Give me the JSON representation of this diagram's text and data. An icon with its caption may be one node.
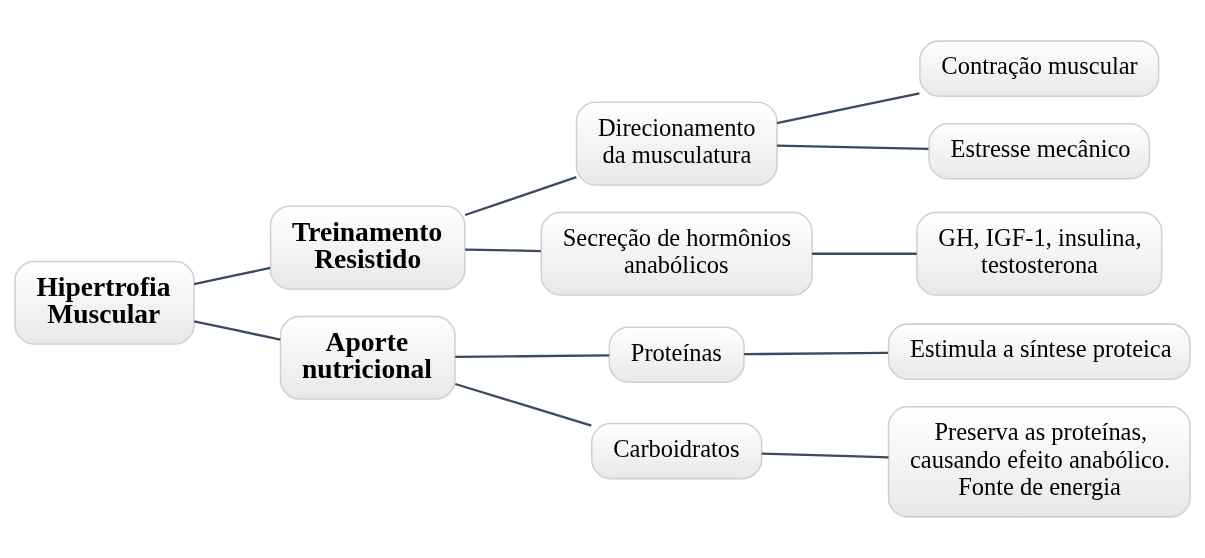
{
  "diagram": {
    "nodes": [
      {
        "text": [
          "Hipertrofia Muscular"
        ]
      },
      {
        "text": [
          "Treinamento Resistido"
        ]
      },
      {
        "text": [
          "Direcionamento da musculatura"
        ]
      },
      {
        "text": [
          "Contração muscular"
        ]
      },
      {
        "text": [
          "Estresse mecânico"
        ]
      },
      {
        "text": [
          "Secreção de hormônios anabólicos"
        ]
      },
      {
        "text": [
          "GH, IGF-1, insulina, testosterona"
        ]
      },
      {
        "text": [
          "Aporte nutricional"
        ]
      },
      {
        "text": [
          "Proteínas"
        ]
      },
      {
        "text": [
          "Estimula a síntese proteica"
        ]
      },
      {
        "text": [
          "Carboidratos"
        ]
      },
      {
        "text": [
          "Preserva as proteínas, causando efeito anabólico. Fonte de energia"
        ]
      }
    ],
    "edges": [
      {
        "from": 0,
        "to": 1,
        "arrow": "none"
      },
      {
        "from": 0,
        "to": 7,
        "arrow": "none"
      },
      {
        "from": 1,
        "to": 2,
        "arrow": "none"
      },
      {
        "from": 1,
        "to": 5,
        "arrow": "none"
      },
      {
        "from": 2,
        "to": 3,
        "arrow": "none"
      },
      {
        "from": 2,
        "to": 4,
        "arrow": "none"
      },
      {
        "from": 5,
        "to": 6,
        "arrow": "none"
      },
      {
        "from": 7,
        "to": 8,
        "arrow": "none"
      },
      {
        "from": 7,
        "to": 10,
        "arrow": "none"
      },
      {
        "from": 8,
        "to": 9,
        "arrow": "none"
      },
      {
        "from": 10,
        "to": 11,
        "arrow": "none"
      }
    ]
  }
}
